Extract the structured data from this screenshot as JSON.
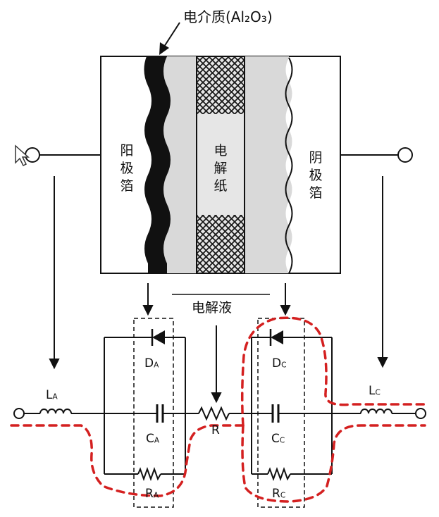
{
  "labels": {
    "dielectric": "电介质(Al₂O₃)",
    "anode_foil": [
      "阳",
      "极",
      "箔"
    ],
    "paper": [
      "电",
      "解",
      "纸"
    ],
    "cathode_foil": [
      "阴",
      "极",
      "箔"
    ],
    "electrolyte": "电解液",
    "resistor_r": "R",
    "la": {
      "main": "L",
      "sub": "A"
    },
    "lc": {
      "main": "L",
      "sub": "C"
    },
    "da": {
      "main": "D",
      "sub": "A"
    },
    "dc": {
      "main": "D",
      "sub": "C"
    },
    "ca": {
      "main": "C",
      "sub": "A"
    },
    "cc": {
      "main": "C",
      "sub": "C"
    },
    "ra": {
      "main": "R",
      "sub": "A"
    },
    "rc": {
      "main": "R",
      "sub": "C"
    }
  },
  "colors": {
    "line": "#111111",
    "current_path": "#d42020",
    "hatch": "#1a1a1a",
    "gray_fill": "#d9d9d9"
  },
  "icons": {
    "cursor": "mouse-pointer-icon"
  }
}
